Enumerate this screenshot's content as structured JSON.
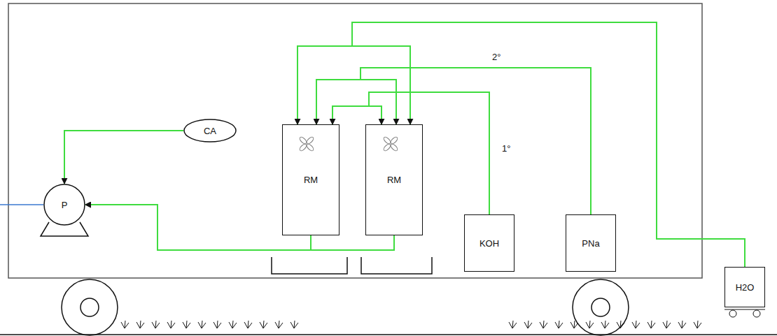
{
  "diagram": {
    "nodes": [
      {
        "text": [
          "CA"
        ]
      },
      {
        "text": [
          "P"
        ]
      },
      {
        "text": [
          "RM"
        ]
      },
      {
        "text": [
          "RM"
        ]
      },
      {
        "text": [
          "KOH"
        ]
      },
      {
        "text": [
          "PNa"
        ]
      },
      {
        "text": [
          "H2O"
        ]
      }
    ],
    "edges": [
      {
        "from": 0,
        "to": 1,
        "arrow": "to"
      },
      {
        "from": 2,
        "to": 1,
        "arrow": "to"
      },
      {
        "from": 3,
        "to": 1,
        "arrow": "to"
      },
      {
        "from": 4,
        "to": 2,
        "arrow": "to"
      },
      {
        "from": 4,
        "to": 3,
        "arrow": "to"
      },
      {
        "from": 5,
        "to": 2,
        "arrow": "to"
      },
      {
        "from": 5,
        "to": 3,
        "arrow": "to"
      },
      {
        "from": 6,
        "to": 2,
        "arrow": "to"
      },
      {
        "from": 6,
        "to": 3,
        "arrow": "to"
      }
    ],
    "labels": [
      "2°",
      "1°"
    ]
  }
}
